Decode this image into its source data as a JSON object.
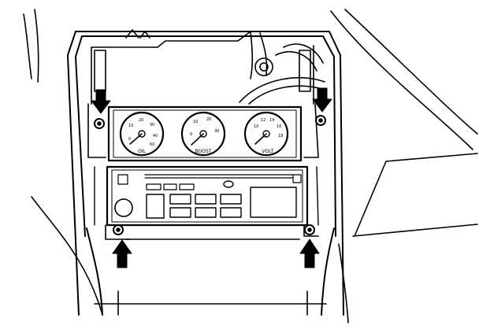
{
  "figure": {
    "subject": "center console instrument panel and radio removal",
    "line_color": "#000000",
    "background": "#ffffff"
  },
  "gauges": [
    {
      "caption": "OIL",
      "ticks": [
        "0",
        "10",
        "20",
        "30",
        "40",
        "60"
      ]
    },
    {
      "caption": "BOOST",
      "ticks": [
        "0",
        "10",
        "20",
        "30"
      ]
    },
    {
      "caption": "VOLT",
      "ticks": [
        "10",
        "12",
        "14",
        "16",
        "18"
      ]
    }
  ],
  "fastener_arrows": [
    {
      "id": "upper-left",
      "direction": "down"
    },
    {
      "id": "upper-right",
      "direction": "down"
    },
    {
      "id": "lower-left",
      "direction": "up"
    },
    {
      "id": "lower-right",
      "direction": "up"
    }
  ],
  "icons": [
    "arrow-icon",
    "screw-icon",
    "gauge-icon",
    "knob-icon"
  ]
}
